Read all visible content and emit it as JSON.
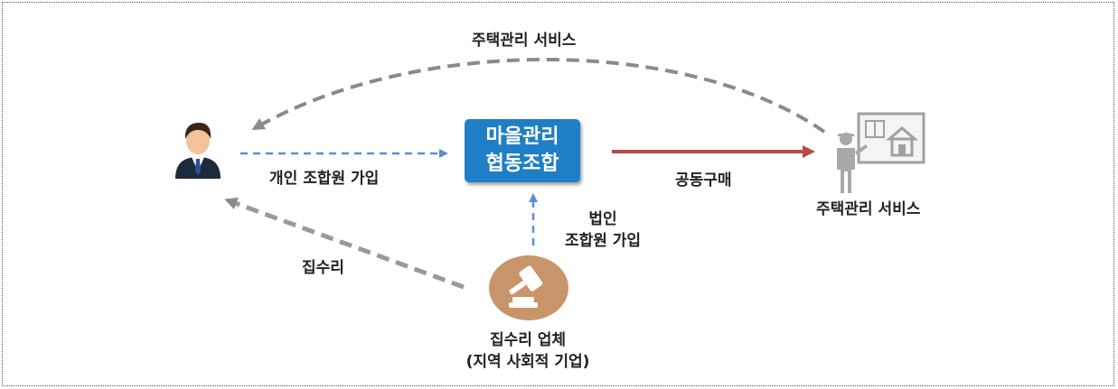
{
  "center": {
    "line1": "마을관리",
    "line2": "협동조합"
  },
  "labels": {
    "top_arc": "주택관리 서비스",
    "individual_join": "개인 조합원 가입",
    "group_purchase": "공동구매",
    "housing_service": "주택관리 서비스",
    "corporate_join_1": "법인",
    "corporate_join_2": "조합원 가입",
    "repair": "집수리",
    "repair_company_1": "집수리 업체",
    "repair_company_2": "(지역 사회적 기업)"
  },
  "icons": {
    "resident": "businessman-icon",
    "service_provider": "presenter-house-plan-icon",
    "repair_company": "gavel-icon"
  },
  "colors": {
    "center_box": "#1f7fc6",
    "blue_dashed": "#5b8fd0",
    "red_arrow": "#b84a4a",
    "gray_dashed": "#888888",
    "gavel_circle": "#c8956a"
  }
}
